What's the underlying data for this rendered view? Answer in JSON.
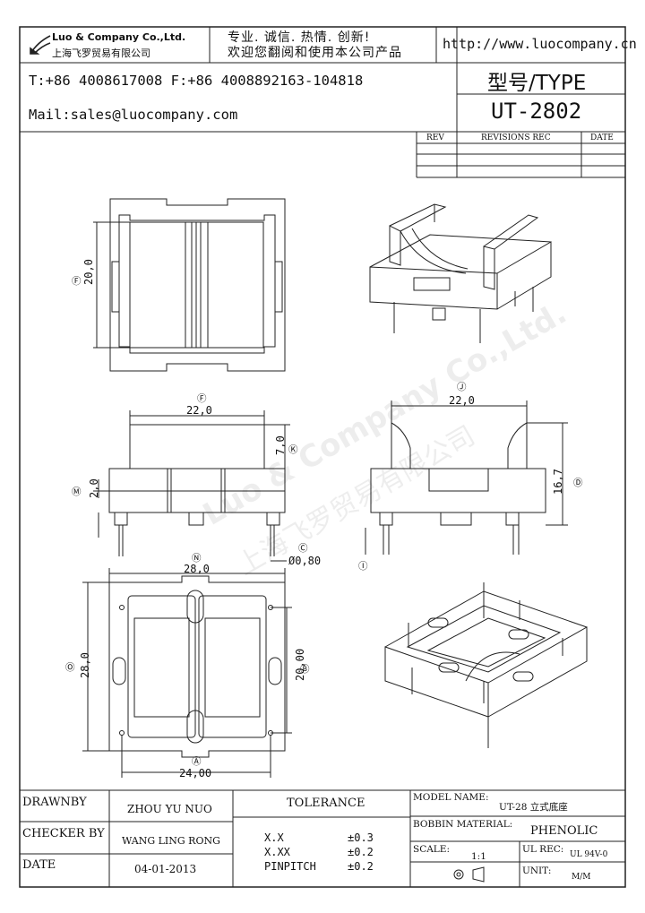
{
  "header": {
    "company_en": "Luo & Company Co.,Ltd.",
    "company_cn": "上海飞罗贸易有限公司",
    "slogan_line1": "专业. 诚信.  热情.  创新!",
    "slogan_line2": "欢迎您翻阅和使用本公司产品",
    "url": "http://www.luocompany.cn",
    "phone_fax": "T:+86 4008617008 F:+86 4008892163-104818",
    "mail": "Mail:sales@luocompany.com",
    "type_label": "型号/TYPE",
    "model": "UT-2802"
  },
  "revision_table": {
    "headers": [
      "REV",
      "REVISIONS REC",
      "DATE"
    ]
  },
  "watermark": {
    "line1": "Luo & Company Co.,Ltd.",
    "line2": "上海飞罗贸易有限公司"
  },
  "dimensions": {
    "top_height": "20,0",
    "front_width": "22,0",
    "front_pin_height": "7,0",
    "front_base_height": "2,0",
    "pin_diameter": "Ø0,80",
    "side_width": "22,0",
    "side_height": "16,7",
    "bottom_width": "28,0",
    "bottom_height": "28,0",
    "bottom_inner_height": "20,00",
    "bottom_pitch": "24,00"
  },
  "callouts": [
    "Ⓐ",
    "Ⓑ",
    "Ⓒ",
    "Ⓓ",
    "Ⓔ",
    "Ⓕ",
    "Ⓘ",
    "Ⓙ",
    "Ⓚ",
    "Ⓜ",
    "Ⓝ",
    "Ⓞ"
  ],
  "title_block": {
    "drawnby_label": "DRAWNBY",
    "drawnby_value": "ZHOU YU NUO",
    "checker_label": "CHECKER BY",
    "checker_value": "WANG LING RONG",
    "date_label": "DATE",
    "date_value": "04-01-2013",
    "tolerance_label": "TOLERANCE",
    "tol_rows": [
      {
        "label": "X.X",
        "value": "±0.3"
      },
      {
        "label": "X.XX",
        "value": "±0.2"
      },
      {
        "label": "PINPITCH",
        "value": "±0.2"
      }
    ],
    "model_name_label": "MODEL NAME:",
    "model_name_value": "UT-28 立式底座",
    "bobbin_label": "BOBBIN MATERIAL:",
    "bobbin_value": "PHENOLIC",
    "scale_label": "SCALE:",
    "scale_value": "1:1",
    "ul_label": "UL REC:",
    "ul_value": "UL 94V-0",
    "unit_label": "UNIT:",
    "unit_value": "M/M"
  }
}
